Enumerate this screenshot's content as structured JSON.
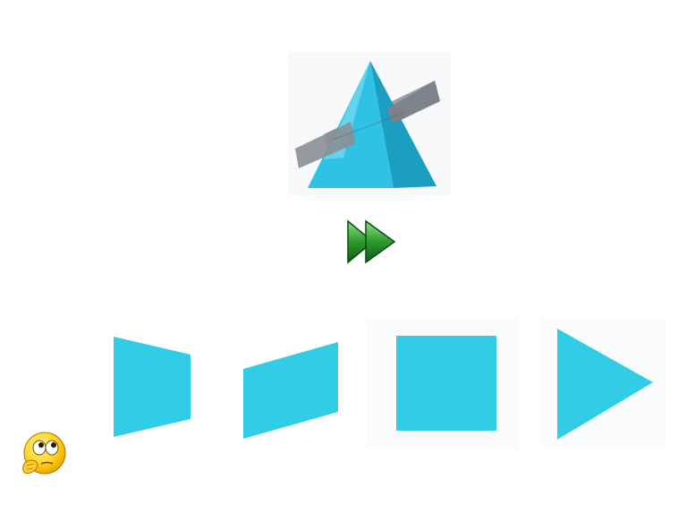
{
  "figure": {
    "solid": "triangular-pyramid",
    "cutting_plane": "gray-plane",
    "colors": {
      "solid_light": "#6fd4ef",
      "solid_main": "#2ec3e6",
      "solid_dark": "#1a9ec2",
      "plane": "#8a8f96"
    }
  },
  "navigation": {
    "icon": "fast-forward-icon",
    "color": "#2e9a2e"
  },
  "options": [
    {
      "shape": "trapezoid",
      "color": "#31cde6"
    },
    {
      "shape": "parallelogram",
      "color": "#31cde6"
    },
    {
      "shape": "square",
      "color": "#31cde6"
    },
    {
      "shape": "triangle",
      "color": "#31cde6"
    }
  ],
  "hint": {
    "icon": "thinking-face-icon"
  }
}
